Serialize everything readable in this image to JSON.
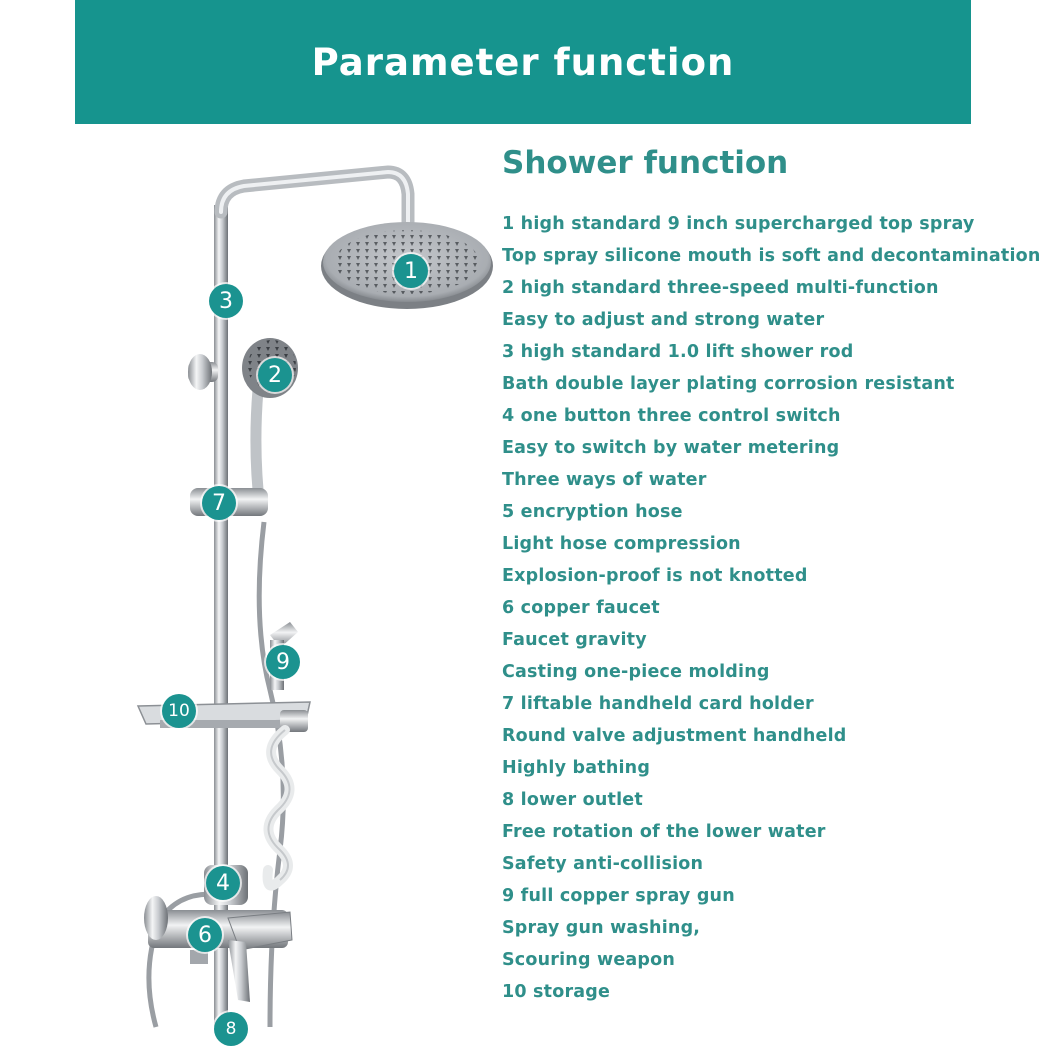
{
  "banner": {
    "title": "Parameter function"
  },
  "section": {
    "title": "Shower function"
  },
  "features": [
    "1 high standard 9 inch supercharged top spray",
    "Top spray silicone mouth is soft and decontamination",
    "2 high standard three-speed multi-function",
    "Easy to adjust and strong water",
    "3 high standard 1.0 lift shower rod",
    "Bath double layer plating corrosion resistant",
    "4 one button three control switch",
    "Easy to switch by water metering",
    "Three ways of water",
    "5 encryption hose",
    "Light hose compression",
    "Explosion-proof is not knotted",
    "6 copper faucet",
    "Faucet gravity",
    "Casting one-piece molding",
    "7 liftable handheld card holder",
    "Round valve adjustment handheld",
    "Highly bathing",
    "8 lower outlet",
    "Free rotation of the lower water",
    "Safety anti-collision",
    "9 full copper spray gun",
    "Spray gun washing,",
    "Scouring weapon",
    "10 storage"
  ],
  "callouts": [
    "1",
    "2",
    "3",
    "4",
    "6",
    "7",
    "8",
    "9",
    "10"
  ],
  "colors": {
    "banner": "#16948e",
    "text": "#2f8f8a",
    "badge": "#1b9390"
  }
}
